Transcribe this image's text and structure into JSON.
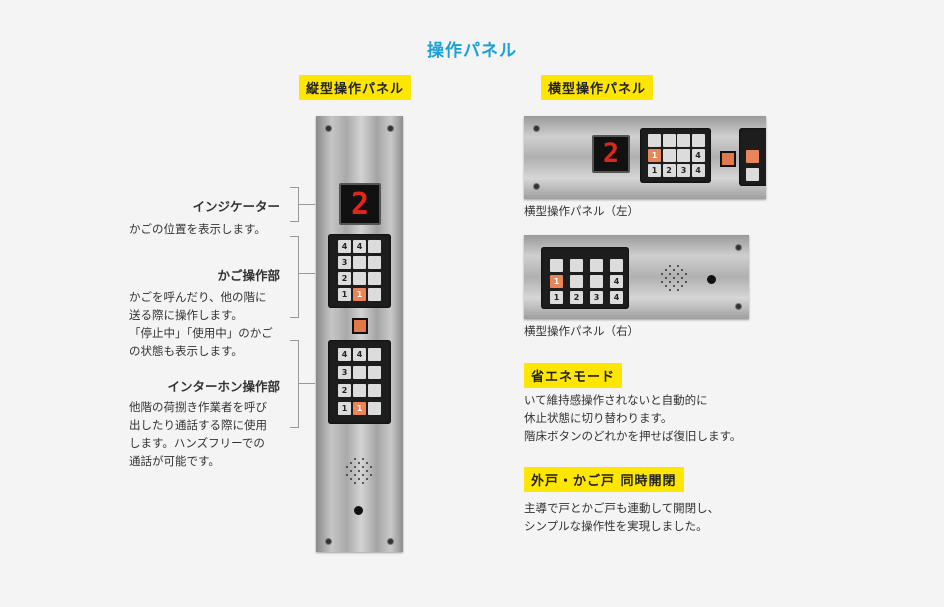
{
  "title": "操作パネル",
  "vertical": {
    "label": "縦型操作パネル",
    "indicator": {
      "title": "インジケーター",
      "desc": [
        "かごの位置を表示します。"
      ]
    },
    "car_panel": {
      "title": "かご操作部",
      "desc": [
        "かごを呼んだり、他の階に",
        "送る際に操作します。",
        "「停止中」「使用中」のかご",
        "の状態も表示します。"
      ]
    },
    "intercom": {
      "title": "インターホン操作部",
      "desc": [
        "他階の荷捌き作業者を呼び",
        "出したり通話する際に使用",
        "します。ハンズフリーでの",
        "通話が可能です。"
      ]
    },
    "display_digit": "2",
    "keys1": [
      "4",
      "4",
      "",
      "3",
      "",
      "",
      "2",
      "",
      "",
      "1",
      "1",
      ""
    ],
    "keys2": [
      "4",
      "4",
      "",
      "3",
      "",
      "",
      "2",
      "",
      "",
      "1",
      "1",
      ""
    ]
  },
  "horizontal": {
    "label": "横型操作パネル",
    "left_caption": "横型操作パネル（左）",
    "right_caption": "横型操作パネル（右）",
    "display_digit": "2",
    "left_keys": [
      "",
      "",
      "",
      "",
      "1",
      "",
      "",
      "4",
      "1",
      "2",
      "3",
      "4"
    ],
    "right_keys": [
      "",
      "",
      "",
      "",
      "1",
      "",
      "",
      "4",
      "1",
      "2",
      "3",
      "4"
    ]
  },
  "eco": {
    "label": "省エネモード",
    "desc": [
      "いて維持感操作されないと自動的に",
      "休止状態に切り替わります。",
      "階床ボタンのどれかを押せば復旧します。"
    ]
  },
  "doors": {
    "label": "外戸・かご戸 同時開閉",
    "desc": [
      "主導で戸とかご戸も連動して開閉し、",
      "シンプルな操作性を実現しました。"
    ]
  },
  "colors": {
    "accent": "#1ba0d8",
    "highlight": "#ffe600",
    "lit": "#e8865a"
  }
}
